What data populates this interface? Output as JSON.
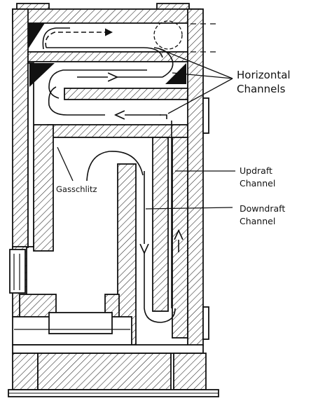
{
  "labels": {
    "horizontal_line1": "Horizontal",
    "horizontal_line2": "Channels",
    "updraft_line1": "Updraft",
    "updraft_line2": "Channel",
    "downdraft_line1": "Downdraft",
    "downdraft_line2": "Channel",
    "gasschlitz": "Gasschlitz"
  },
  "colors": {
    "ink": "#111111",
    "paper": "#ffffff"
  }
}
